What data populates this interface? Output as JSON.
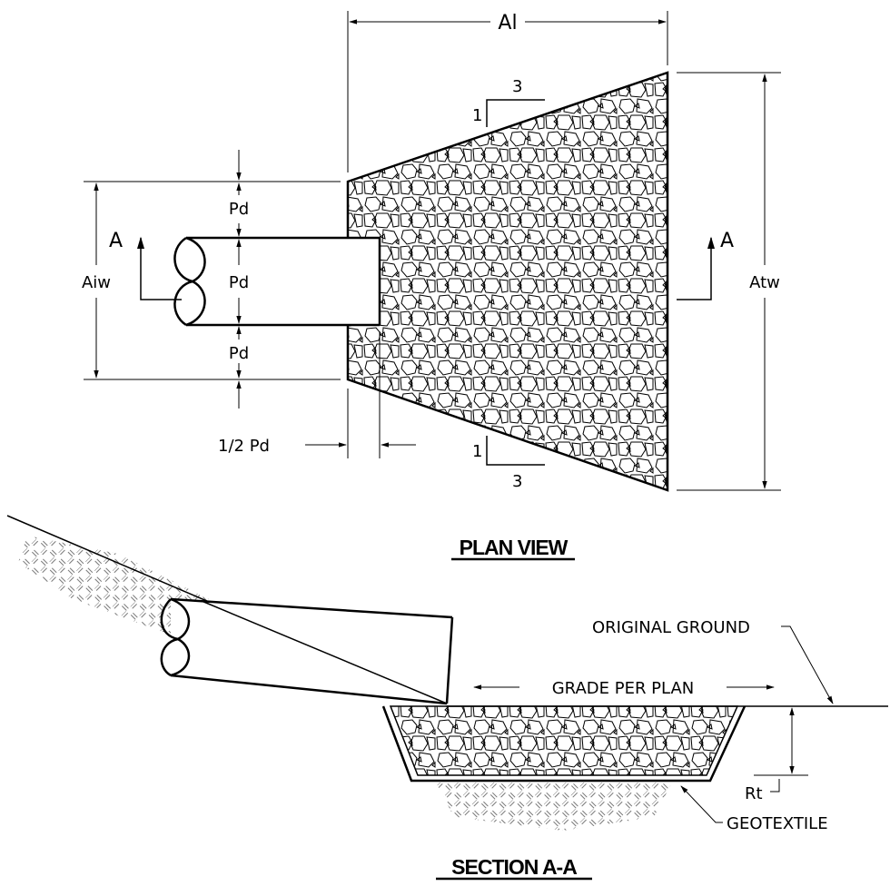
{
  "plan_view": {
    "title": "PLAN VIEW",
    "dim_length": "Al",
    "dim_outlet_width": "Atw",
    "dim_inlet_width": "Aiw",
    "dim_pipe_top": "Pd",
    "dim_pipe_dia": "Pd",
    "dim_pipe_bottom": "Pd",
    "dim_offset": "1/2 Pd",
    "section_mark_left": "A",
    "section_mark_right": "A",
    "slope_top_rise": "1",
    "slope_top_run": "3",
    "slope_bottom_rise": "1",
    "slope_bottom_run": "3"
  },
  "section_view": {
    "title": "SECTION A-A",
    "original_ground": "ORIGINAL GROUND",
    "grade_per_plan": "GRADE PER PLAN",
    "thickness": "Rt",
    "geotextile": "GEOTEXTILE"
  }
}
